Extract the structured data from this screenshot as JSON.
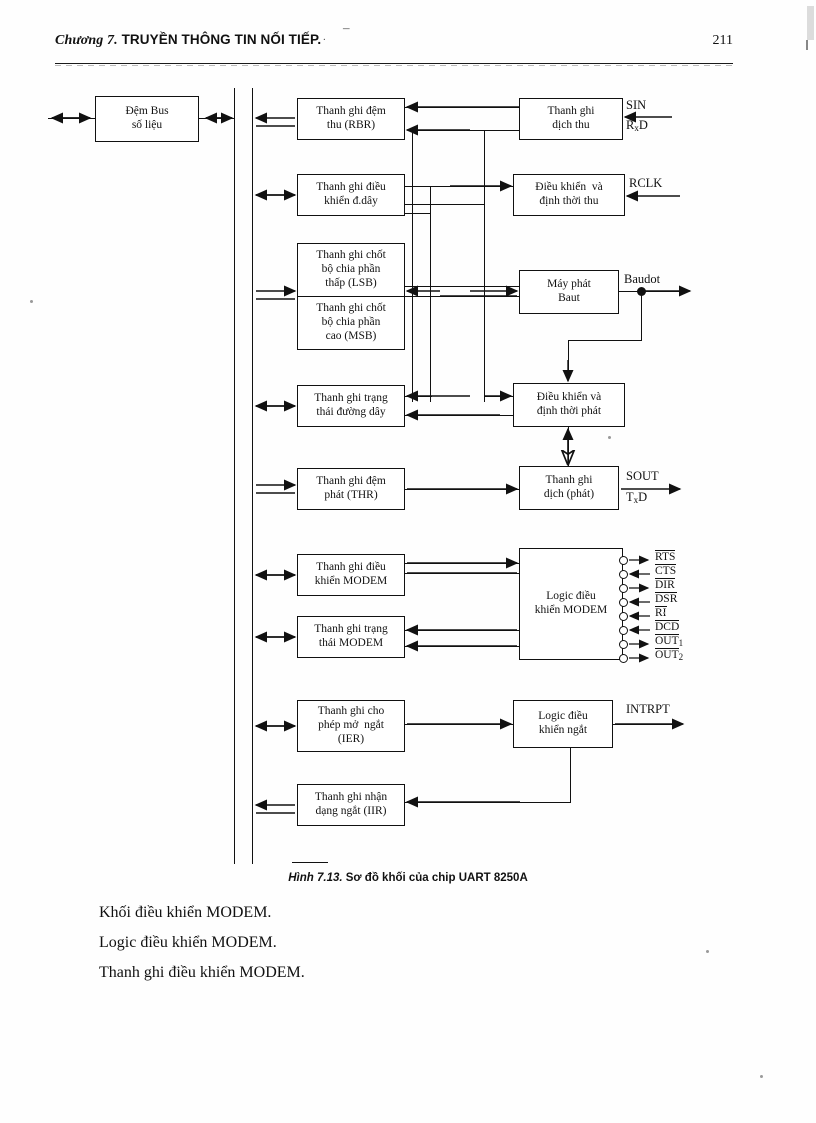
{
  "header": {
    "chapter_italic": "Chương 7.",
    "chapter_title": " TRUYỀN THÔNG TIN NỐI TIẾP.",
    "artifact_dot": ".",
    "artifact_dash": "¯",
    "page_number": "211"
  },
  "figure": {
    "caption_label": "Hình 7.13.",
    "caption_text": " Sơ đồ khối của chip UART 8250A",
    "blocks": {
      "bus_buffer": "Đệm Bus\nsố liệu",
      "rbr": "Thanh ghi đệm\nthu (RBR)",
      "line_ctrl": "Thanh ghi điều\nkhiển đ.dây",
      "div_lsb": "Thanh ghi chốt\nbộ chia phần\nthấp (LSB)",
      "div_msb": "Thanh ghi chốt\nbộ chia phần\ncao (MSB)",
      "line_status": "Thanh ghi trạng\nthái đường dây",
      "thr": "Thanh ghi đệm\nphát (THR)",
      "modem_ctrl_reg": "Thanh ghi điều\nkhiển MODEM",
      "modem_status_reg": "Thanh ghi trạng\nthái MODEM",
      "ier": "Thanh ghi cho\nphép mở  ngắt\n(IER)",
      "iir": "Thanh ghi nhận\ndạng ngắt (IIR)",
      "rx_shift": "Thanh ghi\ndịch thu",
      "rx_timing": "Điều khiển  và\nđịnh thời thu",
      "baud_gen": "Máy phát\nBaut",
      "tx_timing": "Điều khiển và\nđịnh thời phát",
      "tx_shift": "Thanh ghi\ndịch (phát)",
      "modem_logic": "Logic điều\nkhiển MODEM",
      "intr_logic": "Logic điều\nkhiển ngắt"
    },
    "signals": {
      "sin": "SIN",
      "rxd_main": "R",
      "rxd_sub": "x",
      "rxd_tail": "D",
      "rclk": "RCLK",
      "baudot": "Baudot",
      "sout": "SOUT",
      "txd_main": "T",
      "txd_sub": "x",
      "txd_tail": "D",
      "intrpt": "INTRPT"
    },
    "modem_pins": [
      {
        "name": "RTS",
        "dir": "out"
      },
      {
        "name": "CTS",
        "dir": "in"
      },
      {
        "name": "DIR",
        "dir": "out"
      },
      {
        "name": "DSR",
        "dir": "in"
      },
      {
        "name": "RI",
        "dir": "in"
      },
      {
        "name": "DCD",
        "dir": "in"
      },
      {
        "name": "OUT",
        "sub": "1",
        "dir": "out"
      },
      {
        "name": "OUT",
        "sub": "2",
        "dir": "out"
      }
    ]
  },
  "body": {
    "line1": "Khối điều khiển MODEM.",
    "line2": "Logic điều khiển MODEM.",
    "line3": "Thanh ghi điều khiển MODEM."
  },
  "colors": {
    "ink": "#111111",
    "paper": "#fefefe"
  }
}
